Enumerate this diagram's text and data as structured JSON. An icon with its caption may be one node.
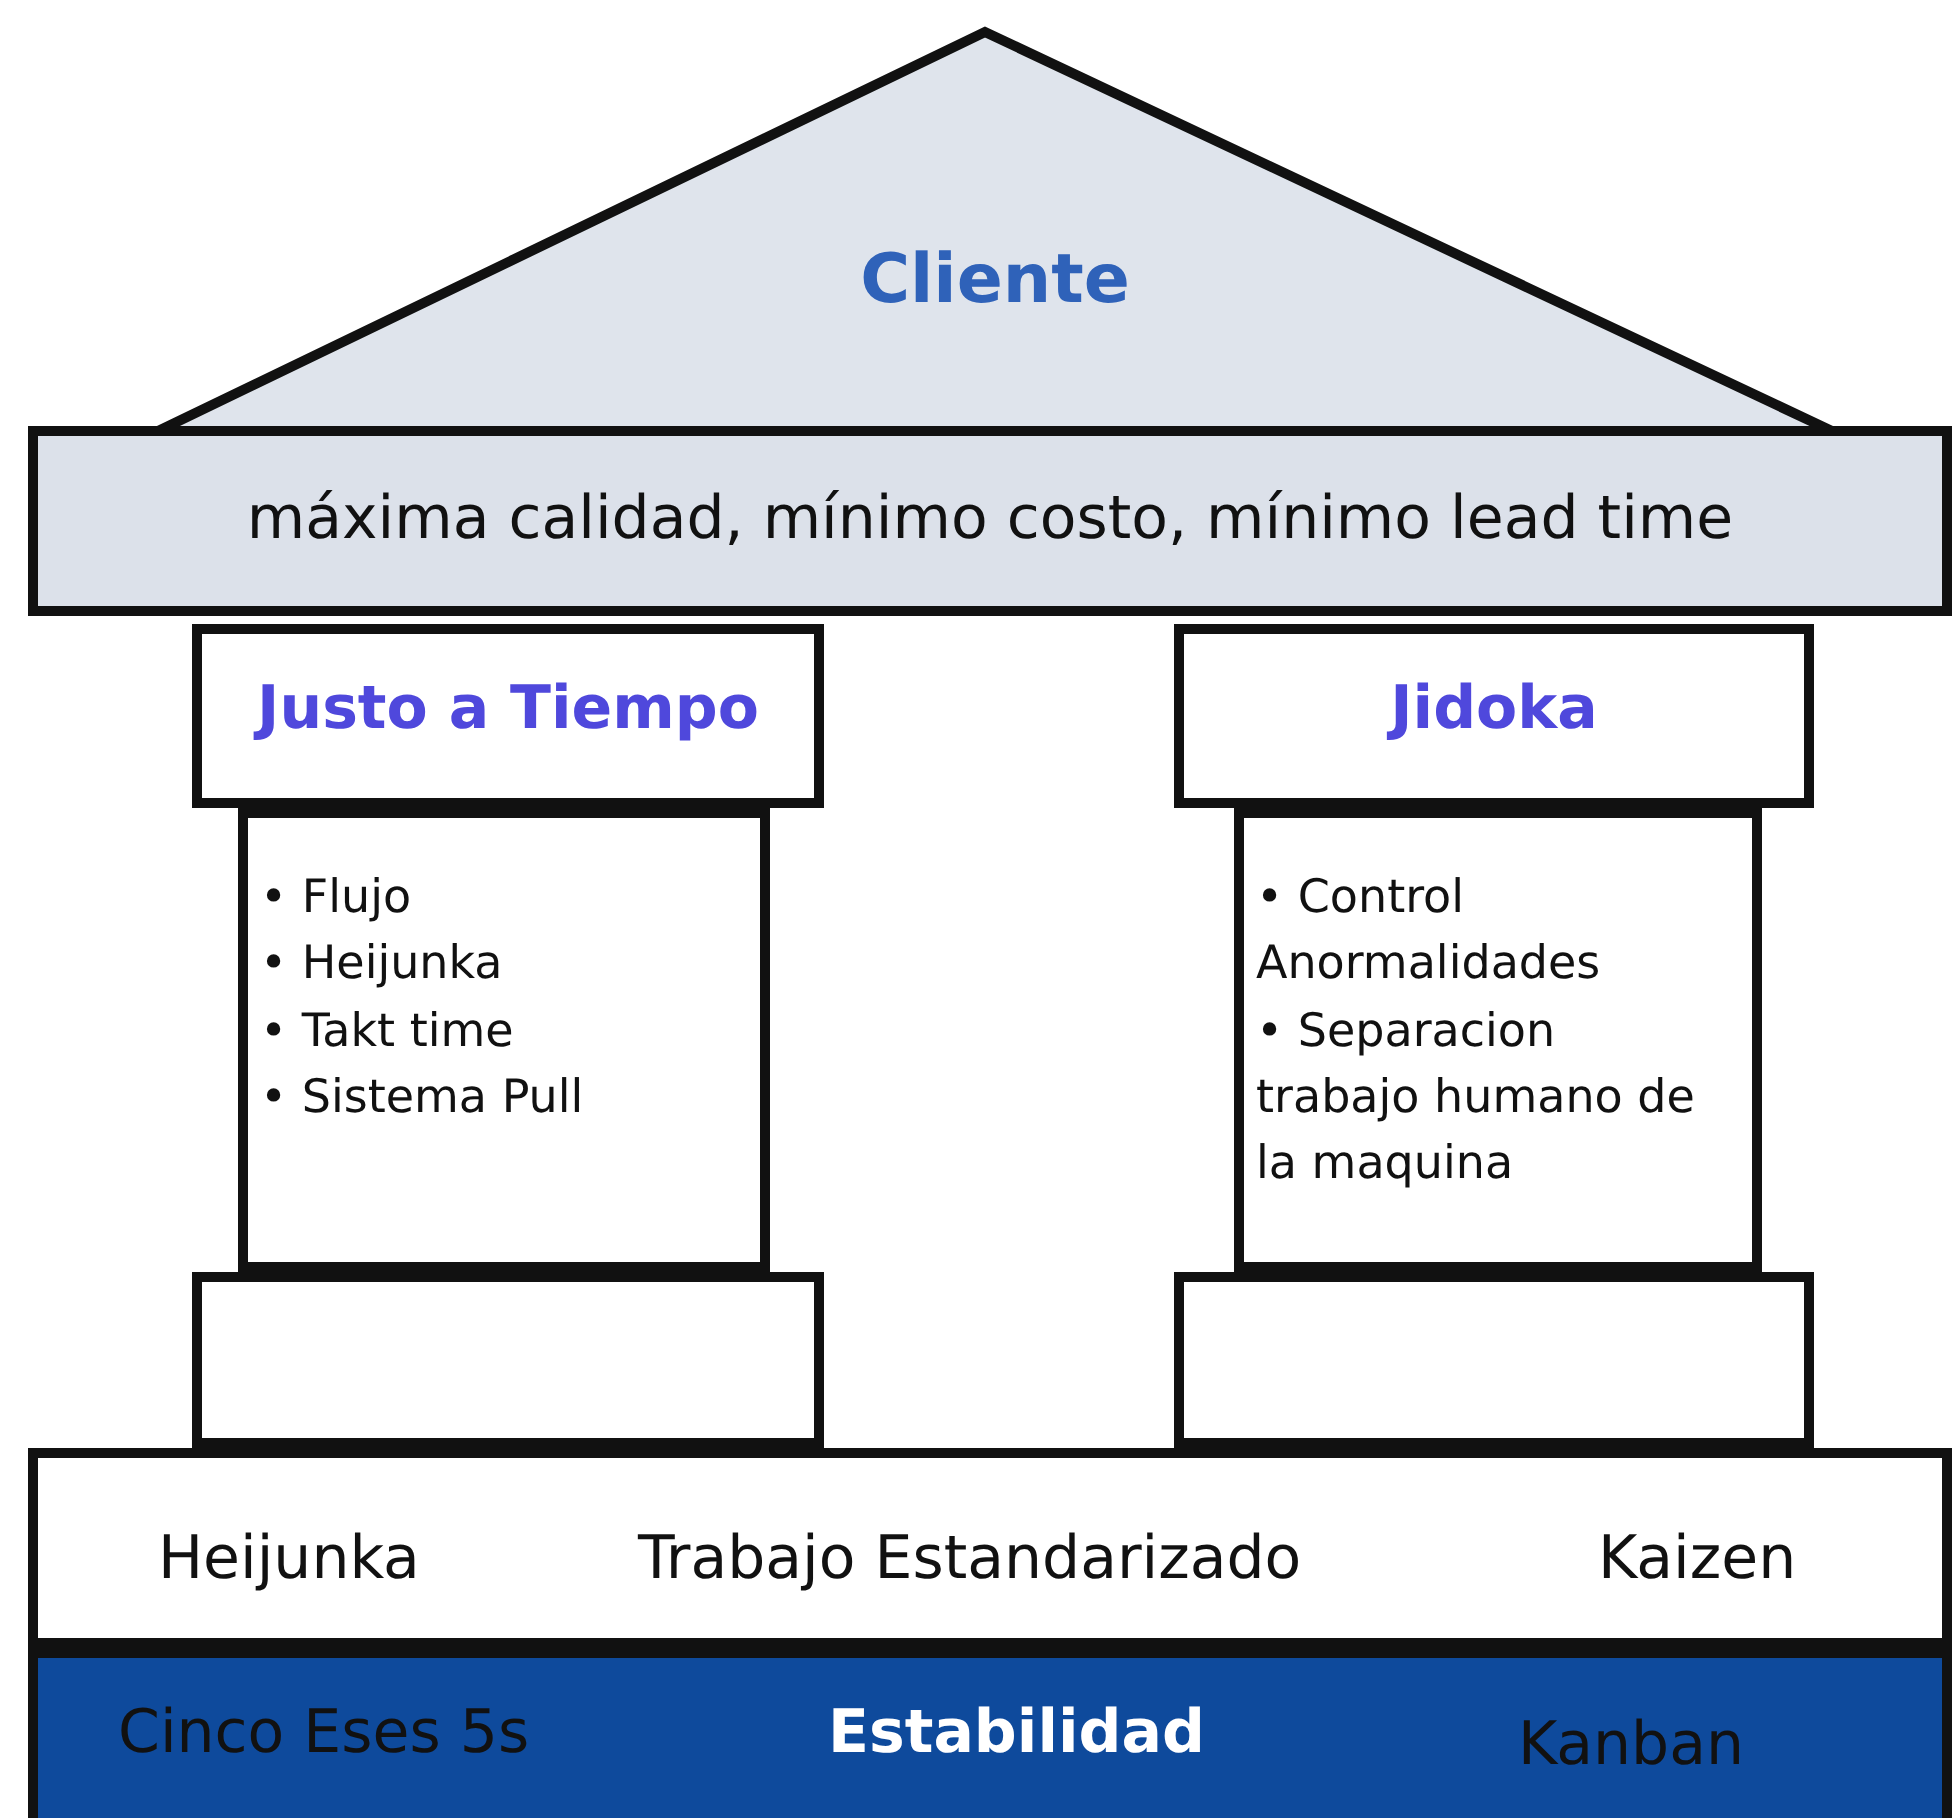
{
  "diagram": {
    "nodes": [
      {
        "text": [
          "Cliente"
        ]
      },
      {
        "text": [
          "máxima calidad, mínimo costo, mínimo lead time"
        ]
      },
      {
        "text": [
          "Justo a Tiempo"
        ]
      },
      {
        "text": [
          "• Flujo",
          "• Heijunka",
          "• Takt time",
          "• Sistema Pull"
        ]
      },
      {
        "text": [],
        "shape": "box"
      },
      {
        "text": [
          "Jidoka"
        ]
      },
      {
        "text": [
          "• Control Anormalidades",
          "• Separacion trabajo humano de la maquina"
        ]
      },
      {
        "text": [],
        "shape": "box"
      },
      {
        "text": [
          "Heijunka",
          "Trabajo Estandarizado",
          "Kaizen"
        ]
      },
      {
        "text": [
          "Cinco Eses 5s",
          "Estabilidad",
          "Kanban"
        ]
      }
    ]
  }
}
